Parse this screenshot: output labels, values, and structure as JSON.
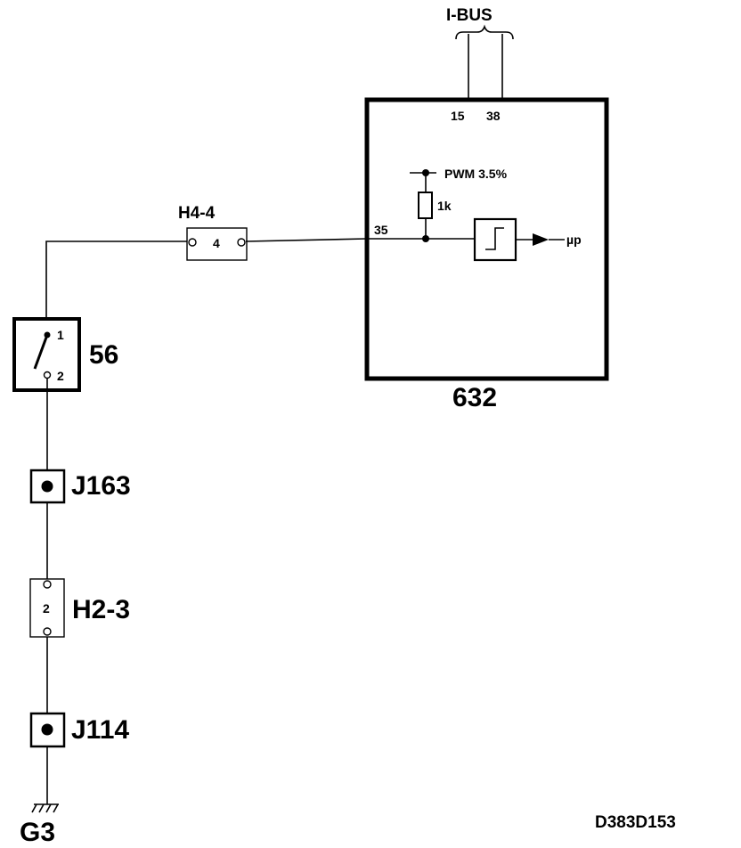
{
  "diagram": {
    "bus_label": "I-BUS",
    "bus_pins": [
      "15",
      "38"
    ],
    "ecu": {
      "id": "632",
      "input_pin": "35",
      "pullup_label": "PWM 3.5%",
      "resistor_label": "1k",
      "output_label": "µp"
    },
    "connector_top": {
      "id": "H4-4",
      "pin": "4"
    },
    "switch": {
      "id": "56",
      "pin_1": "1",
      "pin_2": "2"
    },
    "junction_1": {
      "id": "J163"
    },
    "connector_bottom": {
      "id": "H2-3",
      "pin": "2"
    },
    "junction_2": {
      "id": "J114"
    },
    "ground": {
      "id": "G3"
    },
    "drawing_number": "D383D153"
  }
}
